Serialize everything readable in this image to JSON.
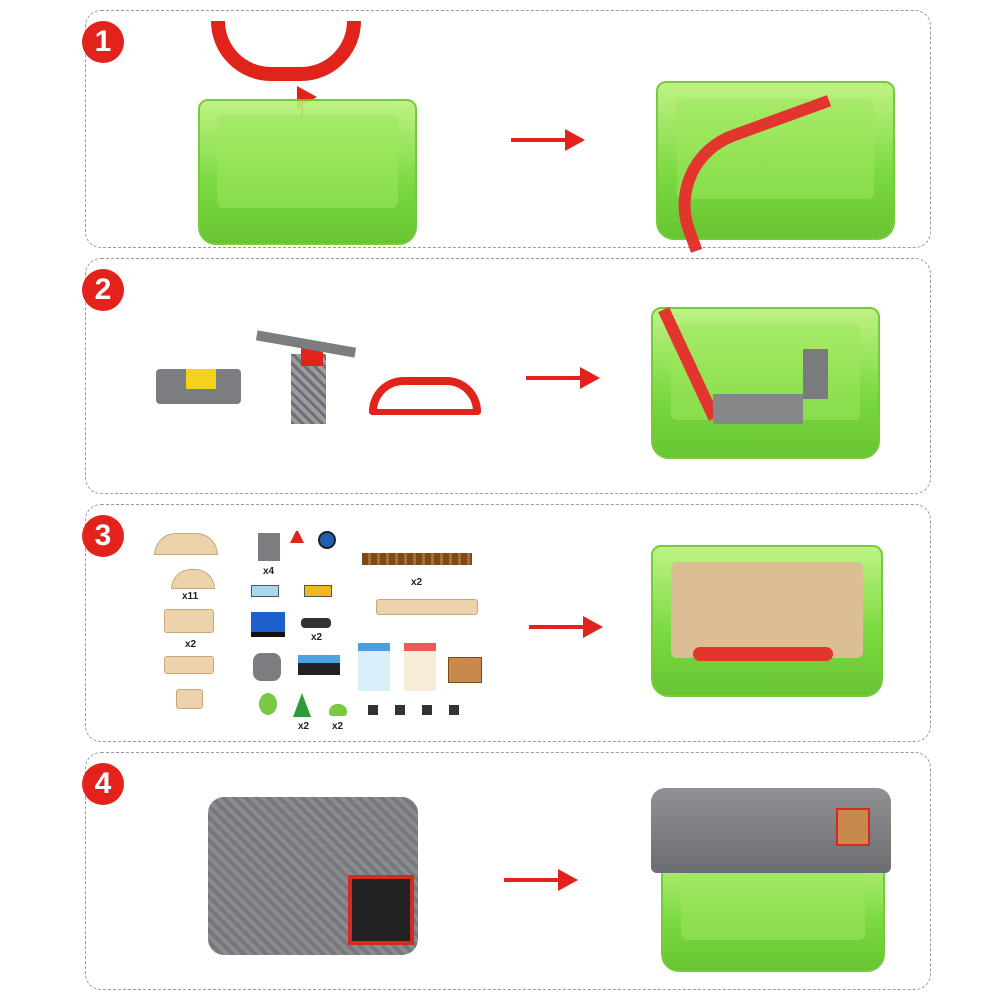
{
  "steps": [
    {
      "number": "1"
    },
    {
      "number": "2"
    },
    {
      "number": "3",
      "quantities": [
        "x11",
        "x2",
        "x4",
        "x2",
        "x2",
        "x2",
        "x2"
      ]
    },
    {
      "number": "4"
    }
  ],
  "colors": {
    "accent": "#e3231b",
    "bin": "#6fd630",
    "lid": "#7b7d80"
  }
}
